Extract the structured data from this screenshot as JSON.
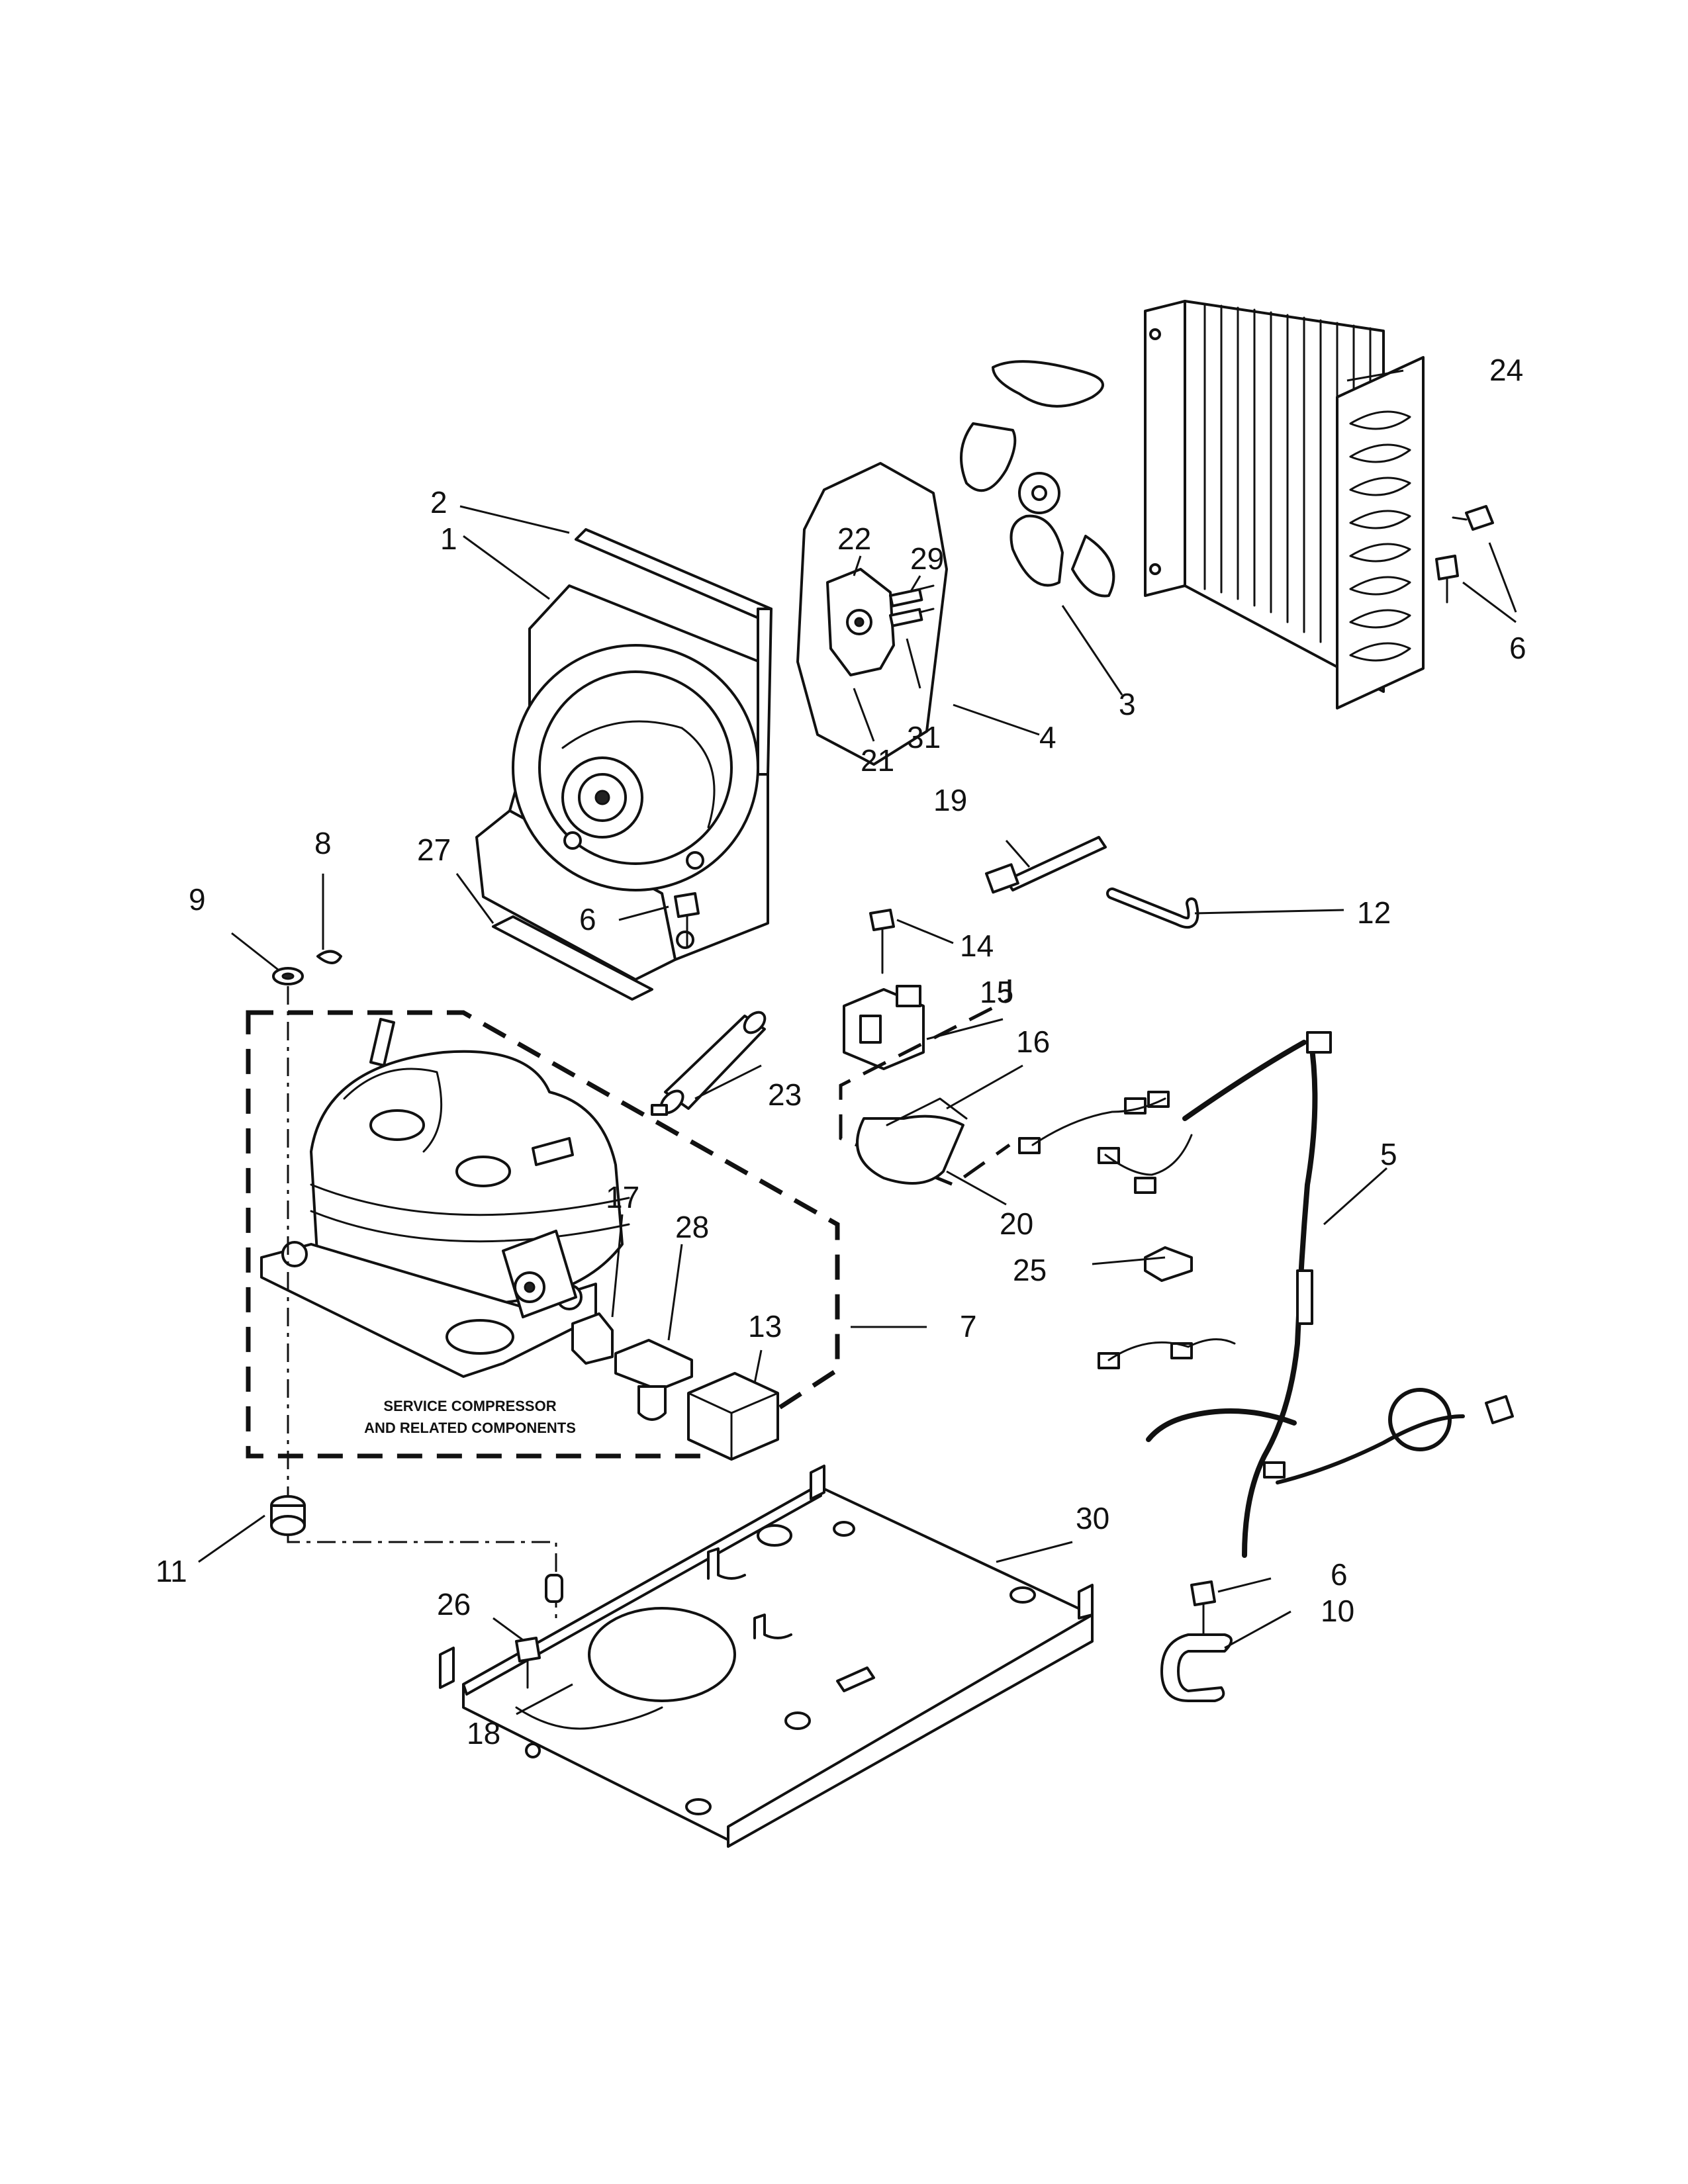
{
  "callouts": [
    {
      "id": "1",
      "text": "1"
    },
    {
      "id": "2",
      "text": "2"
    },
    {
      "id": "3",
      "text": "3"
    },
    {
      "id": "4",
      "text": "4"
    },
    {
      "id": "5",
      "text": "5"
    },
    {
      "id": "6a",
      "text": "6"
    },
    {
      "id": "6b",
      "text": "6"
    },
    {
      "id": "6c",
      "text": "6"
    },
    {
      "id": "7",
      "text": "7"
    },
    {
      "id": "8",
      "text": "8"
    },
    {
      "id": "9",
      "text": "9"
    },
    {
      "id": "10",
      "text": "10"
    },
    {
      "id": "11",
      "text": "11"
    },
    {
      "id": "12",
      "text": "12"
    },
    {
      "id": "13",
      "text": "13"
    },
    {
      "id": "14",
      "text": "14"
    },
    {
      "id": "15",
      "text": "15"
    },
    {
      "id": "16",
      "text": "16"
    },
    {
      "id": "17",
      "text": "17"
    },
    {
      "id": "18",
      "text": "18"
    },
    {
      "id": "19",
      "text": "19"
    },
    {
      "id": "20",
      "text": "20"
    },
    {
      "id": "21",
      "text": "21"
    },
    {
      "id": "22",
      "text": "22"
    },
    {
      "id": "23",
      "text": "23"
    },
    {
      "id": "24",
      "text": "24"
    },
    {
      "id": "25",
      "text": "25"
    },
    {
      "id": "26",
      "text": "26"
    },
    {
      "id": "27",
      "text": "27"
    },
    {
      "id": "28",
      "text": "28"
    },
    {
      "id": "29",
      "text": "29"
    },
    {
      "id": "30",
      "text": "30"
    },
    {
      "id": "31",
      "text": "31"
    }
  ],
  "note": {
    "line1": "SERVICE COMPRESSOR",
    "line2": "AND RELATED COMPONENTS"
  }
}
